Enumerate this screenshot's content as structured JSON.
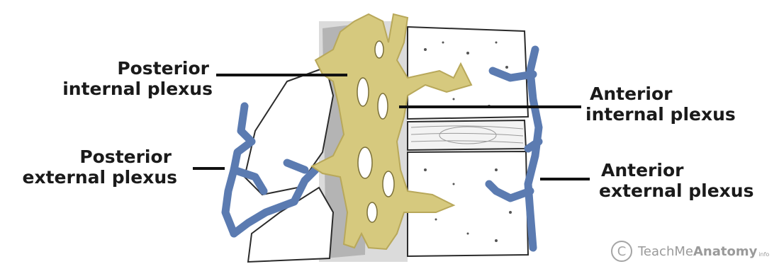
{
  "labels": {
    "posterior_internal": [
      "Posterior",
      "internal plexus"
    ],
    "posterior_external": [
      "Posterior",
      "external plexus"
    ],
    "anterior_internal": [
      "Anterior",
      "internal plexus"
    ],
    "anterior_external": [
      "Anterior",
      "external plexus"
    ]
  },
  "watermark": {
    "symbol": "C",
    "brand_regular": "TeachMe",
    "brand_bold": "Anatomy",
    "suffix": "info"
  },
  "colors": {
    "vein_yellow": "#d6c97e",
    "vein_blue": "#5b7bb1",
    "bone": "#ffffff",
    "outline": "#2b2b2b"
  }
}
